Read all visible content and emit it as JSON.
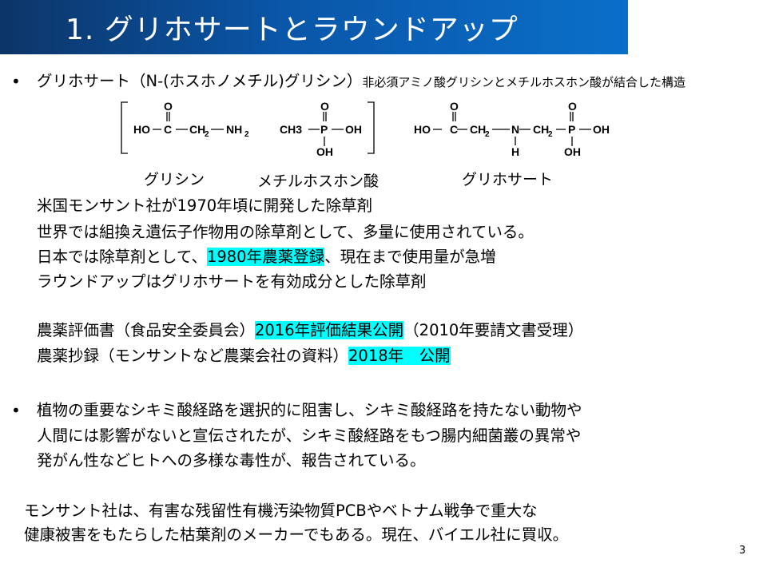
{
  "title": "1. グリホサートとラウンドアップ",
  "bullet1": {
    "lead": "グリホサート（N-(ホスホノメチル)グリシン）",
    "note": "非必須アミノ酸グリシンとメチルホスホン酸が結合した構造"
  },
  "structures": {
    "glycine": {
      "label": "グリシン",
      "atoms": {
        "ho": "HO",
        "c": "C",
        "o": "O",
        "ch2": "CH",
        "nh2": "NH",
        "sub": "2"
      }
    },
    "methylphosphonic": {
      "label": "メチルホスホン酸",
      "atoms": {
        "ch3": "CH3",
        "p": "P",
        "o": "O",
        "oh": "OH"
      }
    },
    "glyphosate": {
      "label": "グリホサート",
      "atoms": {
        "ho": "HO",
        "c": "C",
        "o": "O",
        "ch2": "CH",
        "n": "N",
        "h": "H",
        "p": "P",
        "oh": "OH",
        "sub": "2"
      }
    }
  },
  "lines": [
    "米国モンサント社が1970年頃に開発した除草剤",
    "世界では組換え遺伝子作物用の除草剤として、多量に使用されている。",
    {
      "pre": "日本では除草剤として、",
      "hl": "1980年農薬登録",
      "post": "、現在まで使用量が急増"
    },
    "ラウンドアップはグリホサートを有効成分とした除草剤",
    {
      "pre": "農薬評価書（食品安全委員会）",
      "hl": "2016年評価結果公開",
      "post": "（2010年要請文書受理）"
    },
    {
      "pre": "農薬抄録（モンサントなど農薬会社の資料）",
      "hl": "2018年　公開",
      "post": ""
    }
  ],
  "bullet2": [
    "植物の重要なシキミ酸経路を選択的に阻害し、シキミ酸経路を持たない動物や",
    "人間には影響がないと宣伝されたが、シキミ酸経路をもつ腸内細菌叢の異常や",
    "発がん性などヒトへの多様な毒性が、報告されている。"
  ],
  "footer": [
    "モンサント社は、有害な残留性有機汚染物質PCBやベトナム戦争で重大な",
    "健康被害をもたらした枯葉剤のメーカーでもある。現在、バイエル社に買収。"
  ],
  "bullet_symbol": "•",
  "page_number": "3",
  "colors": {
    "highlight": "#00ffff",
    "title_start": "#0c3568",
    "title_end": "#0a6fc9"
  }
}
